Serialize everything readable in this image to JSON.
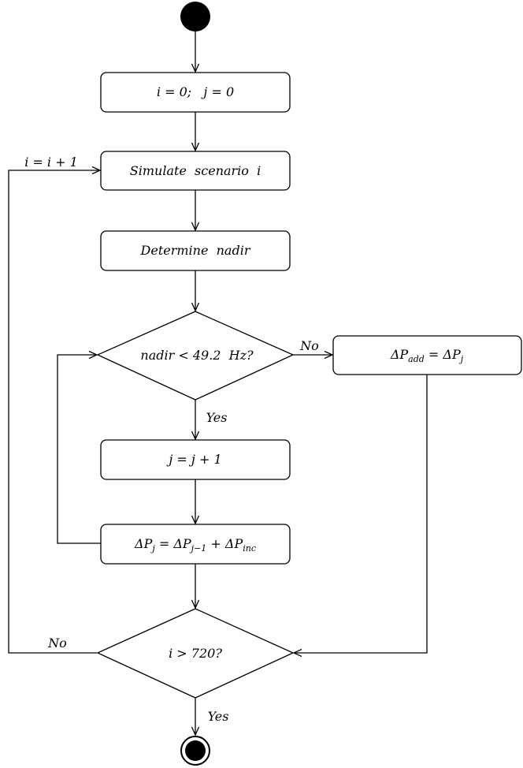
{
  "nodes": {
    "init": {
      "label_main": "i = 0;   j = 0"
    },
    "simulate": {
      "label_main": "Simulate  scenario  i"
    },
    "determine": {
      "label_main": "Determine  nadir"
    },
    "nadir_check": {
      "label_main": "nadir < 49.2  Hz?"
    },
    "padd": {
      "lhs_main": "ΔP",
      "lhs_sub": "add",
      "eq": " = ",
      "rhs_main": "ΔP",
      "rhs_sub": "j"
    },
    "increment_j": {
      "label_main": "j = j + 1"
    },
    "pj_update": {
      "a_main": "ΔP",
      "a_sub": "j",
      "eq": " = ",
      "b_main": "ΔP",
      "b_sub": "j−1",
      "plus": " + ",
      "c_main": "ΔP",
      "c_sub": "inc"
    },
    "i_check": {
      "label_main": "i > 720?"
    }
  },
  "edge_labels": {
    "i_increment": "i = i + 1",
    "nadir_no": "No",
    "nadir_yes": "Yes",
    "i_no": "No",
    "i_yes": "Yes"
  },
  "colors": {
    "stroke": "#000000",
    "fill": "#ffffff"
  }
}
